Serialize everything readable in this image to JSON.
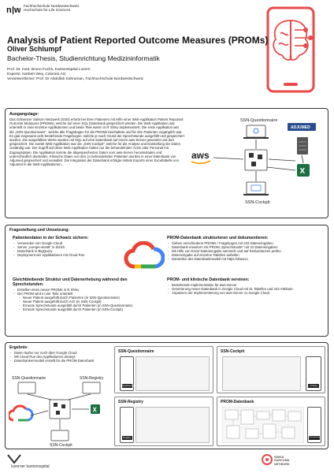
{
  "header": {
    "fhnw_line1": "Fachhochschule Nordwestschweiz",
    "fhnw_line2": "Hochschule für Life Sciences",
    "title": "Analysis of Patient Reported Outcome Measures (PROMs)",
    "author": "Oliver Schlumpf",
    "subtitle": "Bachelor-Thesis, Studienrichtung Medizininformatik",
    "credits": [
      "Prof. Dr. med. Bruno Fuchs, Kantonsspital Luzern",
      "Experte: Norbert Wey, Celerato AG",
      "Verantwortlicher: Prof. Dr Abdullah Kahraman, Fachhochschule Nordwestschweiz"
    ]
  },
  "intro": {
    "heading": "Ausgangslage:",
    "text": "Das Schweizer Sarkom Netzwerk (SSN) erhebt bei ihren Patienten mit Hilfe einer Web-Applikation Patient Reported Outcome Measures (PROMs), welche auf einer SQL Datenbank gespeichert werden. Die Web-Applikation war unterteilt in zwei einzelne Applikationen und beide Teile waren in R Shiny implementiert. Die erste Applikation war die „SSN-Questionnaire“, welche alle Fragebogen für die PROMs beinhaltete und für den Patienten zugänglich war. Es gab insgesamt acht bestehende Fragebogen, welche je nach Grund der Sprechstunde ausgefüllt und gespeichert wurden. Die ausgefüllten Werte wurden mit SQL auf eine Datenbank auf einem aws-Server gesendet und dort gespeichert. Die zweite Web-Applikation war die „SSN-Cockpit“, welche für die Analyse und Darstellung der Daten zuständig war. Der Zugriff auf diese Web-Applikation hatten nur die behandelnden Ärzte oder Personal mit Zugangsdaten. Die Applikation konnte die abgespeicherten Daten vom aws-Server herunterladen und unterschiedlich darstellen. Klinische Daten von den zu behandelnden Patienten wurden in einer Datenbank von Adjumed gespeichert und verwaltet. Die Integration der Datenbank erfolgte mittels Exports einer Exceltabelle von Adjumed in die Web-Applikationen.",
    "diagram": {
      "top_label": "SSN-Questionnaire",
      "bottom_label": "SSN-Cockpit",
      "aws_label": "aws",
      "adjumed_label": "ADJUMED"
    }
  },
  "methods": {
    "heading": "Fragestellung und Umsetzung:",
    "q1_heading": "Patientendaten in der Schweiz sichern:",
    "q1_items": [
      "Verwenden von Google Cloud",
      "Server „europe-west6“ in Zürich",
      "Datenbank in BigQuery",
      "Deployment der Applikationen mit Cloud Run"
    ],
    "q2_heading": "PROM-Datenbank strukturieren und dokumentieren:",
    "q2_items": [
      {
        "t": "Sieben verschiedene PROMs / Fragebogen mit 233 Dateneingaben",
        "sub": false
      },
      {
        "t": "Datenbank erweitern mit PROM „Sprechstunde“ mit 24 Dateneingaben",
        "sub": false
      },
      {
        "t": "Mit Hilfe von Excel Dateneingabe sammeln und auf Redundanzen prüfen",
        "sub": false
      },
      {
        "t": "Dateneingabe auf einzelne Tabellen aufteilen",
        "sub": false
      },
      {
        "t": "Darstellen des Datenbankmodell mit https://draw.io",
        "sub": false
      }
    ],
    "q3_heading": "Gleichbleibende Struktur und Datenerhebung während den Sprechstunden:",
    "q3_items": [
      {
        "t": "Erstellen eines neuen PROMs in R Shiny",
        "sub": false
      },
      {
        "t": "Der PROM wird in vier Teile unterteilt",
        "sub": false
      },
      {
        "t": "Neuer Patient ausgefüllt durch Patienten (in SSN-Questionnaire)",
        "sub": true
      },
      {
        "t": "Neuer Patient ausgefüllt durch Arzt (in SSN-Cockpit)",
        "sub": true
      },
      {
        "t": "Erneute Sprechstunde ausgefüllt durch Patienten (in SSN-Questionnaire)",
        "sub": true
      },
      {
        "t": "Erneute Sprechstunde ausgefüllt durch Patienten (in SSN-Cockpit)",
        "sub": true
      }
    ],
    "q4_heading": "PROM- und klinische Datenbank vereinen:",
    "q4_items": [
      "Bestehende Implementation für aws-Server",
      "Generierung neuer Datenbank in Google Cloud mit 31 Tabellen und 242 Attribute",
      "Anpassen der Implementierung von aws-Server zu Google Cloud"
    ]
  },
  "results": {
    "heading": "Ergebnis:",
    "items": [
      "Daten laufen nur noch über Google Cloud",
      "Mit Cloud Run drei Applikationen deployt",
      "Datenbankenmodell erstellt für die PROM-Datenbank"
    ],
    "diagram": {
      "q_label": "SSN-Questionnaire",
      "r_label": "SSN-Registry",
      "c_label": "SSN-Cockpit"
    },
    "panels": {
      "questionnaire": "SSN-Questionnaire",
      "cockpit": "SSN-Cockpit",
      "registry": "SSN-Registry",
      "prom_db": "PROM-Datenbank",
      "phone_q": "Questionnaire",
      "phone_c": "Cockpit",
      "phone_r": "Registry",
      "phone_db": "Datenbankmodell"
    }
  },
  "footer": {
    "luzern": "luzerner kantonsspital",
    "swiss": "SWISS SARCOMA NETWORK"
  },
  "colors": {
    "aws_orange": "#ff9900",
    "google_blue": "#4285f4",
    "google_red": "#ea4335",
    "google_yellow": "#fbbc05",
    "google_green": "#34a853",
    "hero_red": "#e84a4a",
    "excel_green": "#1d6f42"
  }
}
